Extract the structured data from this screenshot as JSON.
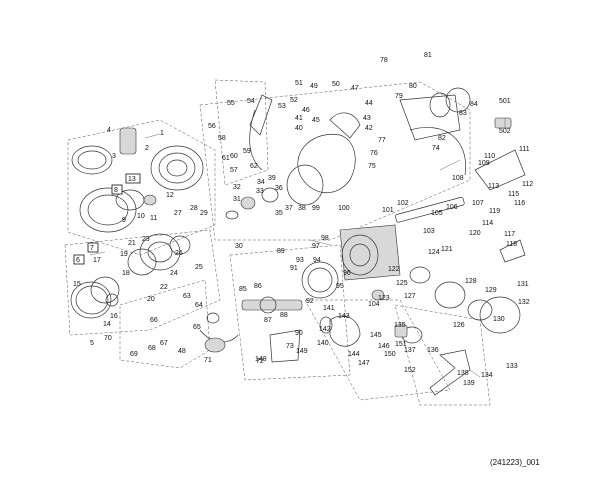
{
  "diagram": {
    "document_id": "(241223)_001",
    "boxed_labels": [
      "13",
      "8",
      "7",
      "6"
    ],
    "labels": [
      "1",
      "2",
      "3",
      "4",
      "5",
      "9",
      "10",
      "11",
      "12",
      "14",
      "15",
      "16",
      "17",
      "18",
      "19",
      "20",
      "21",
      "22",
      "23",
      "24",
      "25",
      "26",
      "27",
      "28",
      "29",
      "30",
      "31",
      "32",
      "33",
      "34",
      "35",
      "36",
      "37",
      "38",
      "39",
      "40",
      "41",
      "42",
      "43",
      "44",
      "45",
      "46",
      "47",
      "48",
      "49",
      "50",
      "51",
      "52",
      "53",
      "54",
      "55",
      "56",
      "57",
      "58",
      "59",
      "60",
      "61",
      "62",
      "63",
      "64",
      "65",
      "66",
      "67",
      "68",
      "69",
      "70",
      "71",
      "72",
      "73",
      "74",
      "75",
      "76",
      "77",
      "78",
      "79",
      "80",
      "81",
      "82",
      "83",
      "84",
      "85",
      "86",
      "87",
      "88",
      "89",
      "90",
      "91",
      "92",
      "93",
      "94",
      "95",
      "96",
      "97",
      "98",
      "99",
      "100",
      "101",
      "102",
      "103",
      "104",
      "105",
      "106",
      "107",
      "108",
      "109",
      "110",
      "111",
      "112",
      "113",
      "114",
      "115",
      "116",
      "117",
      "118",
      "119",
      "120",
      "121",
      "122",
      "123",
      "124",
      "125",
      "126",
      "127",
      "128",
      "129",
      "130",
      "131",
      "132",
      "133",
      "134",
      "135",
      "136",
      "137",
      "138",
      "139",
      "140",
      "141",
      "142",
      "143",
      "144",
      "145",
      "146",
      "147",
      "148",
      "149",
      "150",
      "151",
      "152",
      "501",
      "502"
    ]
  }
}
